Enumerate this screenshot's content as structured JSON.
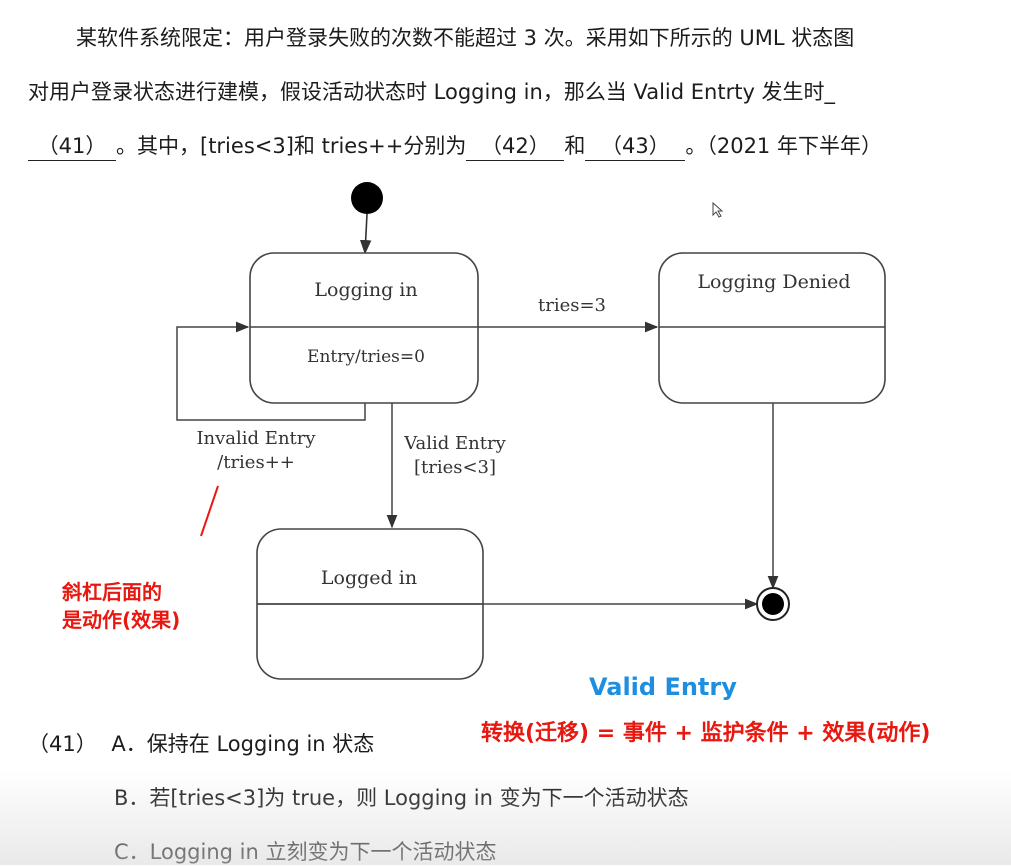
{
  "question": {
    "line1": "某软件系统限定：用户登录失败的次数不能超过 3 次。采用如下所示的 UML 状态图",
    "line2": "对用户登录状态进行建模，假设活动状态时 Logging  in，那么当 Valid  Entrty 发生时_",
    "blank41": "（41）",
    "line3_mid": "。其中，[tries<3]和 tries++分别为",
    "blank42": "（42）",
    "line3_and": "和",
    "blank43": "（43）",
    "line3_end": "。（2021 年下半年）"
  },
  "diagram": {
    "state_logging_in": "Logging in",
    "state_logging_in_action": "Entry/tries=0",
    "state_logging_denied": "Logging Denied",
    "state_logged_in": "Logged in",
    "transition_tries3": "tries=3",
    "transition_invalid_1": "Invalid Entry",
    "transition_invalid_2": "/tries++",
    "transition_valid_1": "Valid Entry",
    "transition_valid_2": "[tries<3]"
  },
  "annotations": {
    "red_note_line1": "斜杠后面的",
    "red_note_line2": "是动作(效果)",
    "blue_note": "Valid Entry",
    "formula": "转换(迁移) = 事件 + 监护条件 + 效果(动作)"
  },
  "options": {
    "label": "（41）",
    "a": "A．保持在 Logging  in 状态",
    "b": "B．若[tries<3]为 true，则 Logging  in 变为下一个活动状态",
    "c": "C．Logging  in 立刻变为下一个活动状态"
  },
  "colors": {
    "red": "#e8170f",
    "blue": "#1e8fe0"
  }
}
